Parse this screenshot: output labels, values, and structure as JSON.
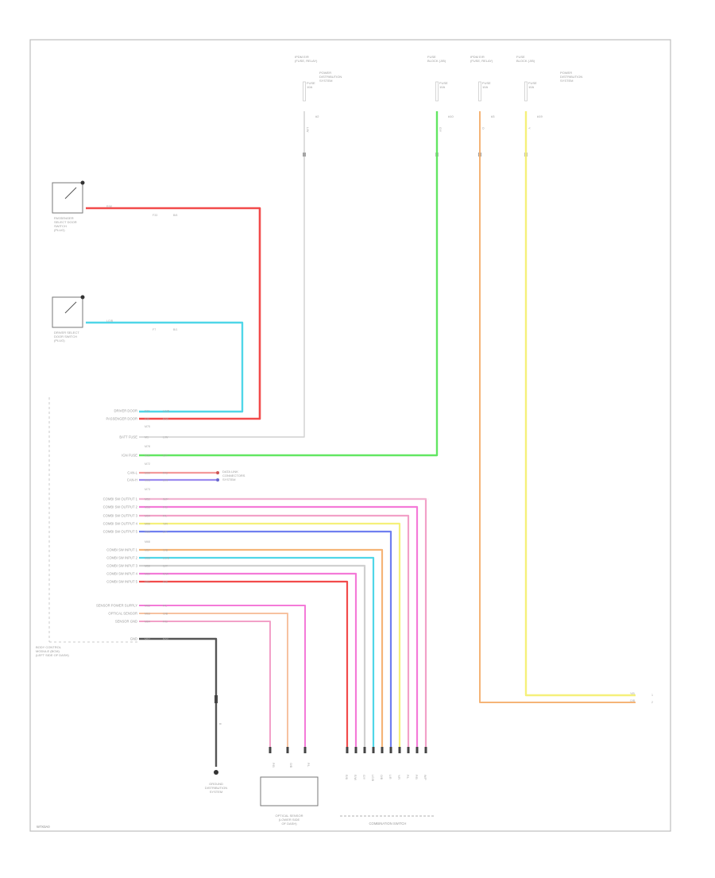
{
  "page_code": "W7X0A0",
  "fuse_boxes": [
    {
      "lines": [
        "IPDM E/R",
        "(FUSE, RELAY)"
      ],
      "fuse": [
        "FUSE",
        "10A"
      ],
      "tag": [
        "#2"
      ],
      "wire": "L/W"
    },
    {
      "lines": [
        "FUSE",
        "BLOCK (J/B)"
      ],
      "fuse": [
        "FUSE",
        "10A"
      ],
      "tag": [
        "#10"
      ],
      "wire": "G/Y"
    },
    {
      "lines": [
        "IPDM E/R",
        "(FUSE, RELAY)"
      ],
      "fuse": [
        "FUSE",
        "10A"
      ],
      "tag": [
        "#3"
      ],
      "wire": "O"
    },
    {
      "lines": [
        "FUSE",
        "BLOCK (J/B)"
      ],
      "fuse": [
        "FUSE",
        "10A"
      ],
      "tag": [
        "#19"
      ],
      "wire": "Y"
    }
  ],
  "side_notes": [
    {
      "lines": [
        "POWER",
        "DISTRIBUTION",
        "SYSTEM"
      ]
    },
    {
      "lines": [
        "POWER",
        "DISTRIBUTION",
        "SYSTEM"
      ]
    }
  ],
  "switches": [
    {
      "lines": [
        "PASSENGER",
        "SELECT DOOR",
        "SWITCH",
        "(PLUG)"
      ],
      "wire": "R/W",
      "pin": "F33",
      "conn": "B/6"
    },
    {
      "lines": [
        "DRIVER SELECT",
        "DOOR SWITCH",
        "(PLUG)"
      ],
      "wire": "LG/B",
      "pin": "F7",
      "conn": "B/1"
    }
  ],
  "module": {
    "lines": [
      "BODY CONTROL",
      "MODULE (BCM)",
      "(LEFT SIDE OF DASH)"
    ],
    "pins": [
      {
        "label": "DRIVER DOOR",
        "pin": "F37",
        "wire": "LG/B"
      },
      {
        "label": "PASSENGER DOOR",
        "pin": "F36",
        "wire": "R/W"
      },
      {
        "label": "BATT FUSE",
        "pin": "M1",
        "wire": "L/W"
      },
      {
        "label": "IGN FUSE",
        "pin": "M11",
        "wire": "G/Y"
      },
      {
        "label": "CAN-L",
        "pin": "M90",
        "wire": "P/G"
      },
      {
        "label": "CAN-H",
        "pin": "M91",
        "wire": "L/W"
      },
      {
        "label": "COMBI SW OUTPUT 1",
        "pin": "M52",
        "wire": "W/P"
      },
      {
        "label": "COMBI SW OUTPUT 2",
        "pin": "M53",
        "wire": "P/B"
      },
      {
        "label": "COMBI SW OUTPUT 3",
        "pin": "M54",
        "wire": "P/L"
      },
      {
        "label": "COMBI SW OUTPUT 4",
        "pin": "M55",
        "wire": "Y/R"
      },
      {
        "label": "COMBI SW OUTPUT 5",
        "pin": "M56",
        "wire": "L/R"
      },
      {
        "label": "COMBI SW INPUT 1",
        "pin": "M57",
        "wire": "O/B"
      },
      {
        "label": "COMBI SW INPUT 2",
        "pin": "M58",
        "wire": "LG/B"
      },
      {
        "label": "COMBI SW INPUT 3",
        "pin": "M59",
        "wire": "G/Y"
      },
      {
        "label": "COMBI SW INPUT 4",
        "pin": "M60",
        "wire": "R/W"
      },
      {
        "label": "COMBI SW INPUT 5",
        "pin": "M61",
        "wire": "R/B"
      },
      {
        "label": "SENSOR POWER SUPPLY",
        "pin": "M62",
        "wire": "P/L"
      },
      {
        "label": "OPTICAL SENSOR",
        "pin": "M63",
        "wire": "O/B"
      },
      {
        "label": "SENSOR GND",
        "pin": "M64",
        "wire": "P/B"
      },
      {
        "label": "GND",
        "pin": "M67",
        "wire": "B/W"
      }
    ],
    "conn_groups": [
      "M75",
      "M78",
      "M72",
      "M73",
      "M68"
    ]
  },
  "can_label": [
    "DATA LINK",
    "CONNECTORS",
    "SYSTEM"
  ],
  "ground": {
    "lines": [
      "GROUND",
      "DISTRIBUTION",
      "SYSTEM"
    ],
    "wire": "B"
  },
  "optical_sensor": {
    "lines": [
      "OPTICAL SENSOR",
      "(LOWER SIDE",
      "OF DASH)"
    ],
    "wires": [
      "P/B",
      "O/B",
      "P/L"
    ]
  },
  "combo_switch": {
    "label": "COMBINATION SWITCH",
    "wires": [
      "R/B",
      "R/W",
      "G/Y",
      "LG/B",
      "O/B",
      "L/R",
      "Y/R",
      "P/L",
      "P/B",
      "W/P"
    ]
  },
  "right_end": {
    "wires": [
      "Y/B",
      "O/B"
    ],
    "nums": [
      "1",
      "2"
    ]
  }
}
